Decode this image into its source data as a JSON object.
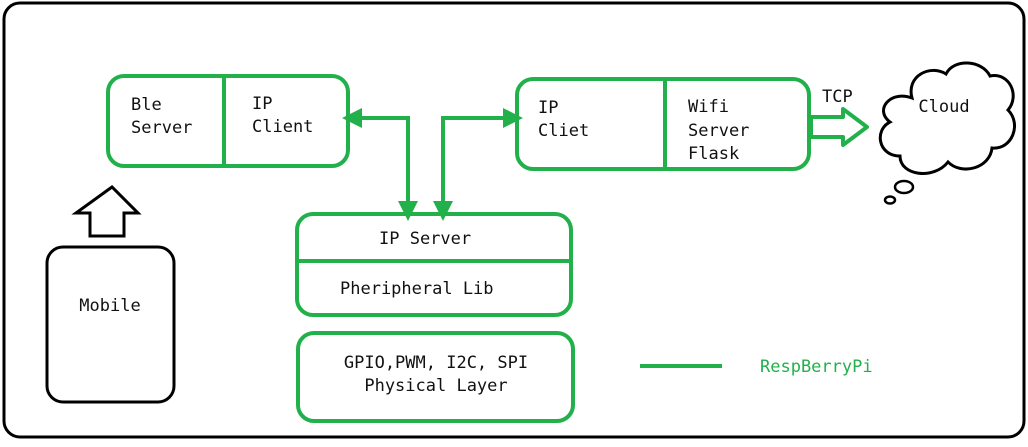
{
  "colors": {
    "green": "#22b04b",
    "black": "#000000"
  },
  "blocks": {
    "ble_server": {
      "line1": "Ble",
      "line2": "Server"
    },
    "ip_client": {
      "line1": "IP",
      "line2": "Client"
    },
    "ip_cliet": {
      "line1": "IP",
      "line2": "Cliet"
    },
    "wifi_server": {
      "line1": "Wifi",
      "line2": "Server",
      "line3": "Flask"
    },
    "ip_server": {
      "label": "IP Server"
    },
    "peripheral_lib": {
      "label": "Pheripheral Lib"
    },
    "physical": {
      "line1": "GPIO,PWM, I2C, SPI",
      "line2": "Physical Layer"
    },
    "mobile": {
      "label": "Mobile"
    },
    "cloud": {
      "label": "Cloud"
    }
  },
  "tcp_label": "TCP",
  "legend": {
    "label": "RespBerryPi"
  }
}
